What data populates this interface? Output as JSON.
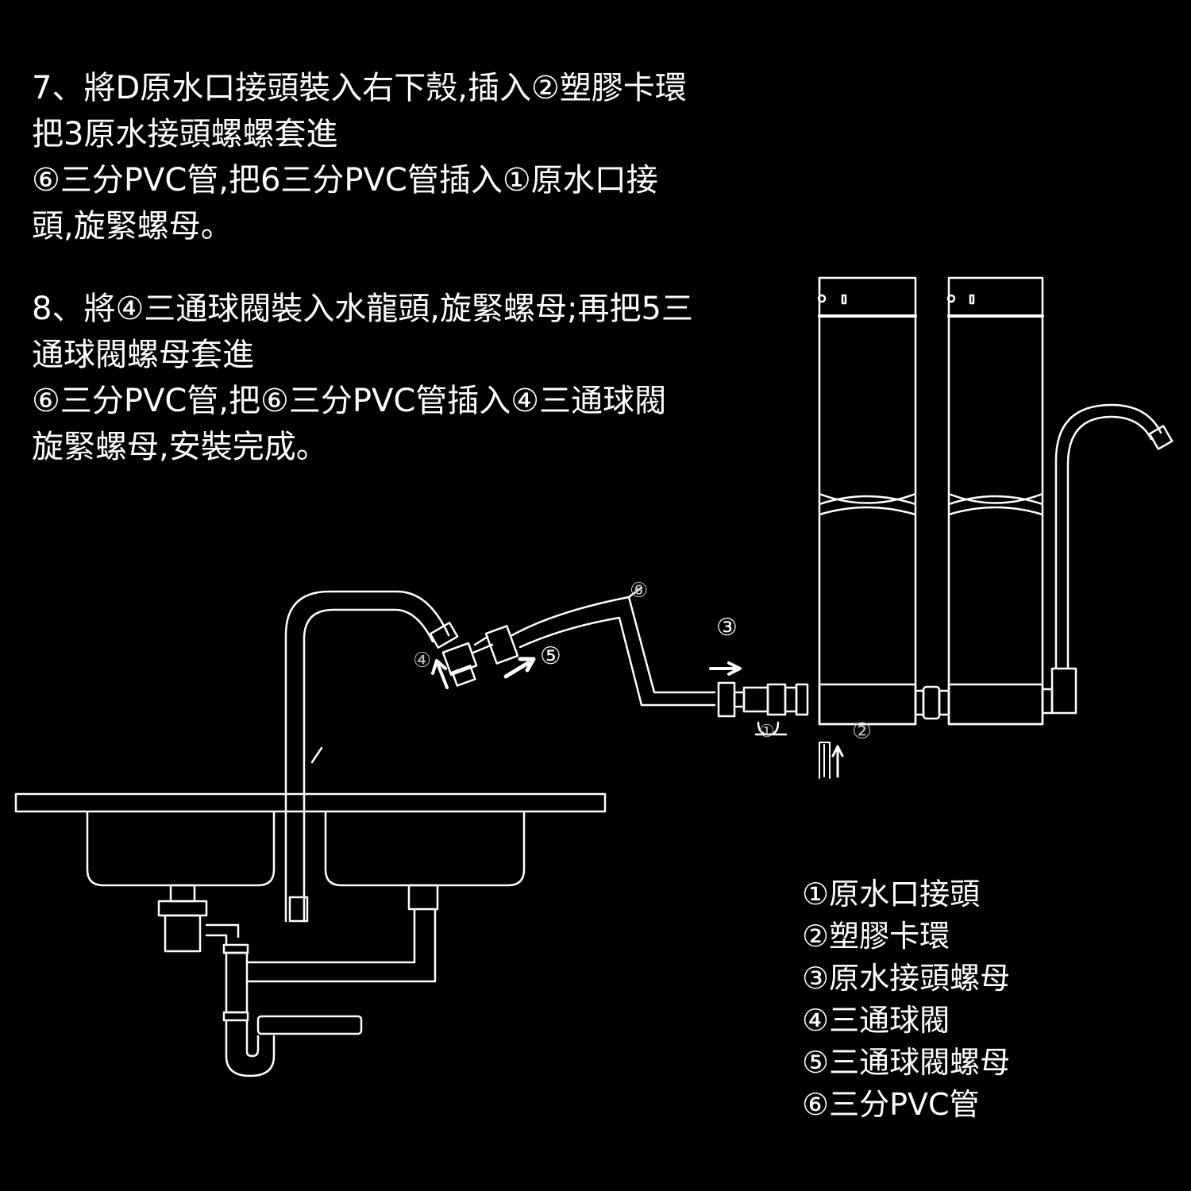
{
  "steps": [
    {
      "lines": [
        "7、將D原水口接頭裝入右下殼,插入②塑膠卡環",
        "把3原水接頭螺螺套進",
        "⑥三分PVC管,把6三分PVC管插入①原水口接",
        "頭,旋緊螺母。"
      ]
    },
    {
      "lines": [
        "8、將④三通球閥裝入水龍頭,旋緊螺母;再把5三",
        "通球閥螺母套進",
        "⑥三分PVC管,把⑥三分PVC管插入④三通球閥",
        "旋緊螺母,安裝完成。"
      ]
    }
  ],
  "diagram": {
    "callouts": {
      "c6": "⑥",
      "c3": "③",
      "c5": "⑤",
      "c4": "④",
      "c2": "②",
      "c1": "①"
    }
  },
  "legend": [
    "①原水口接頭",
    "②塑膠卡環",
    "③原水接頭螺母",
    "④三通球閥",
    "⑤三通球閥螺母",
    "⑥三分PVC管"
  ]
}
